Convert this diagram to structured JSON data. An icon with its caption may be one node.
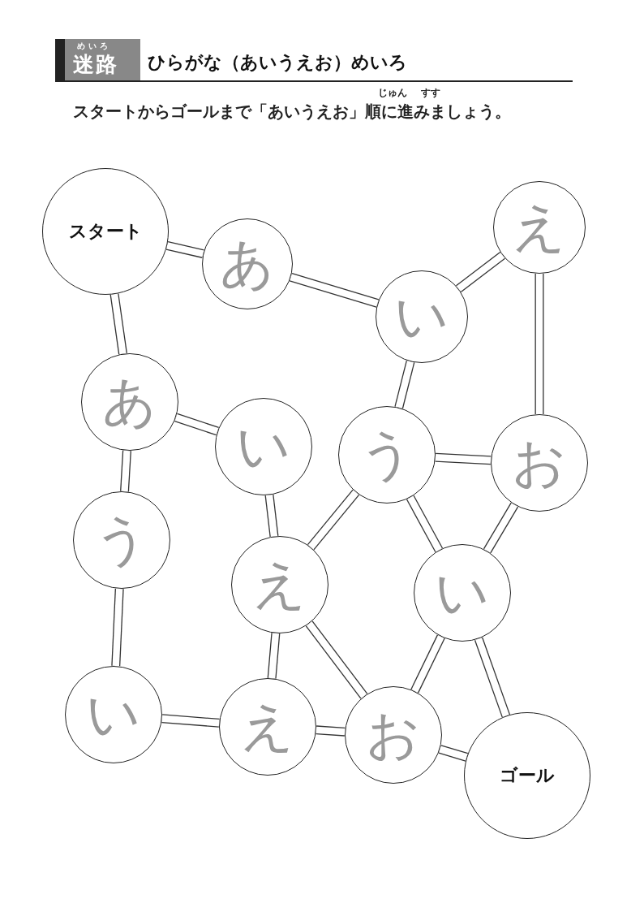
{
  "diagram": {
    "title": "ひらがな（あいうえお）めいろ",
    "nodes": [
      {
        "text": [
          "スタート"
        ]
      },
      {
        "text": [
          "あ"
        ]
      },
      {
        "text": [
          "い"
        ]
      },
      {
        "text": [
          "え"
        ]
      },
      {
        "text": [
          "あ"
        ]
      },
      {
        "text": [
          "い"
        ]
      },
      {
        "text": [
          "う"
        ]
      },
      {
        "text": [
          "お"
        ]
      },
      {
        "text": [
          "う"
        ]
      },
      {
        "text": [
          "え"
        ]
      },
      {
        "text": [
          "い"
        ]
      },
      {
        "text": [
          "い"
        ]
      },
      {
        "text": [
          "え"
        ]
      },
      {
        "text": [
          "お"
        ]
      },
      {
        "text": [
          "ゴール"
        ]
      }
    ],
    "edges": [
      {
        "from": 0,
        "to": 1,
        "arrow": "none"
      },
      {
        "from": 1,
        "to": 2,
        "arrow": "none"
      },
      {
        "from": 2,
        "to": 3,
        "arrow": "none"
      },
      {
        "from": 0,
        "to": 4,
        "arrow": "none"
      },
      {
        "from": 2,
        "to": 6,
        "arrow": "none"
      },
      {
        "from": 3,
        "to": 7,
        "arrow": "none"
      },
      {
        "from": 4,
        "to": 5,
        "arrow": "none"
      },
      {
        "from": 4,
        "to": 8,
        "arrow": "none"
      },
      {
        "from": 5,
        "to": 9,
        "arrow": "none"
      },
      {
        "from": 6,
        "to": 7,
        "arrow": "none"
      },
      {
        "from": 6,
        "to": 9,
        "arrow": "none"
      },
      {
        "from": 6,
        "to": 10,
        "arrow": "none"
      },
      {
        "from": 7,
        "to": 10,
        "arrow": "none"
      },
      {
        "from": 8,
        "to": 11,
        "arrow": "none"
      },
      {
        "from": 9,
        "to": 12,
        "arrow": "none"
      },
      {
        "from": 9,
        "to": 13,
        "arrow": "none"
      },
      {
        "from": 10,
        "to": 13,
        "arrow": "none"
      },
      {
        "from": 10,
        "to": 14,
        "arrow": "none"
      },
      {
        "from": 11,
        "to": 12,
        "arrow": "none"
      },
      {
        "from": 12,
        "to": 13,
        "arrow": "none"
      },
      {
        "from": 13,
        "to": 14,
        "arrow": "none"
      }
    ],
    "labels": [
      "めいろ",
      "迷路",
      "じゅん",
      "すす",
      "スタートからゴールまで「あいうえお」順に進みましょう。"
    ]
  }
}
